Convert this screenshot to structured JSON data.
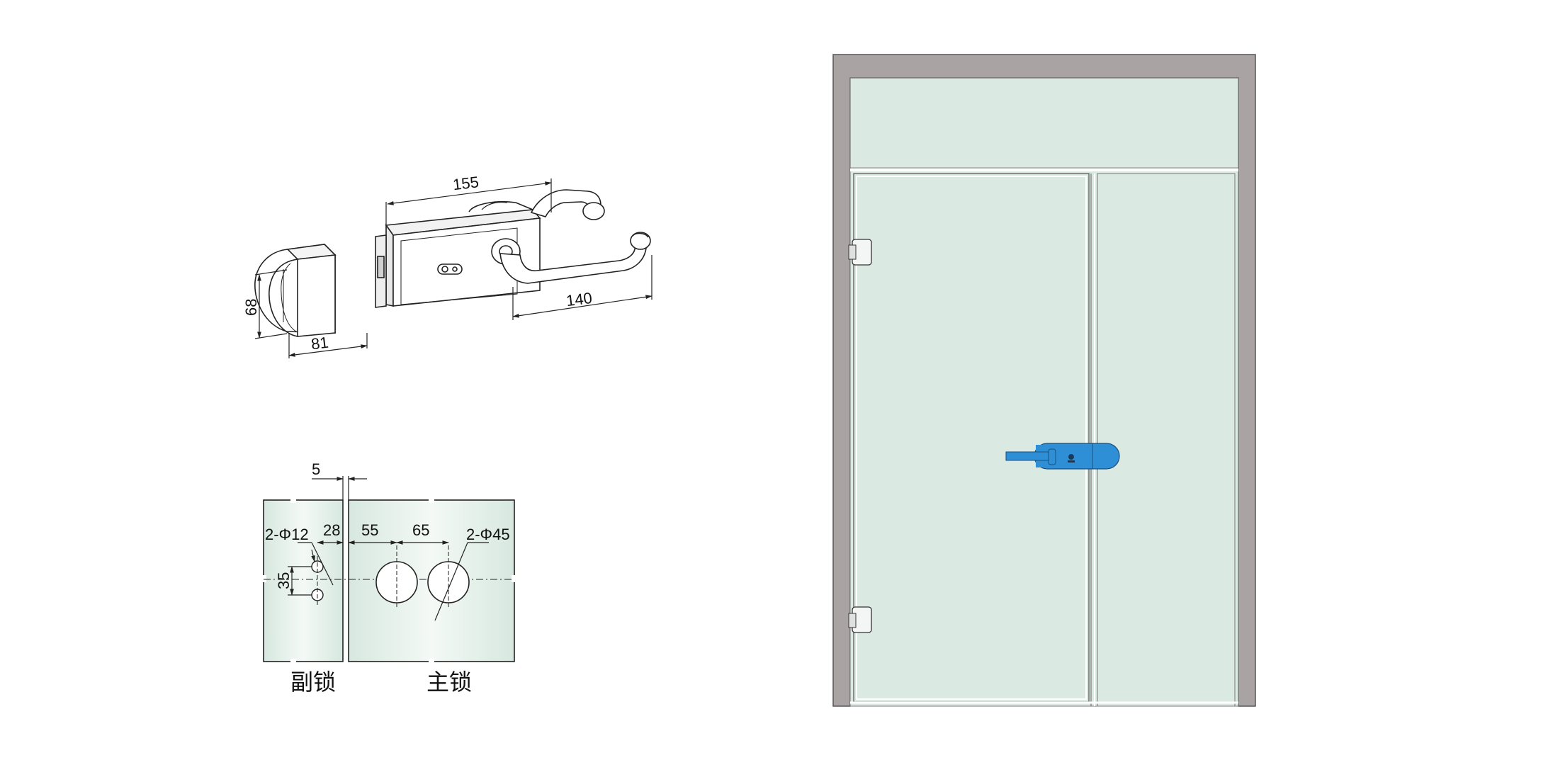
{
  "product_3d": {
    "dim_length": "155",
    "dim_handle": "140",
    "dim_width": "81",
    "dim_height": "68"
  },
  "drilling": {
    "dim_gap": "5",
    "small_holes": "2-Φ12",
    "dim_edge_small": "28",
    "dim_edge_large": "55",
    "dim_spacing": "65",
    "large_holes": "2-Φ45",
    "dim_vertical": "35",
    "label_secondary": "副锁",
    "label_main": "主锁"
  },
  "colors": {
    "glass": "#dbe9e3",
    "frame": "#a9a3a3",
    "lock_blue": "#2f8fd6",
    "line": "#222222"
  }
}
